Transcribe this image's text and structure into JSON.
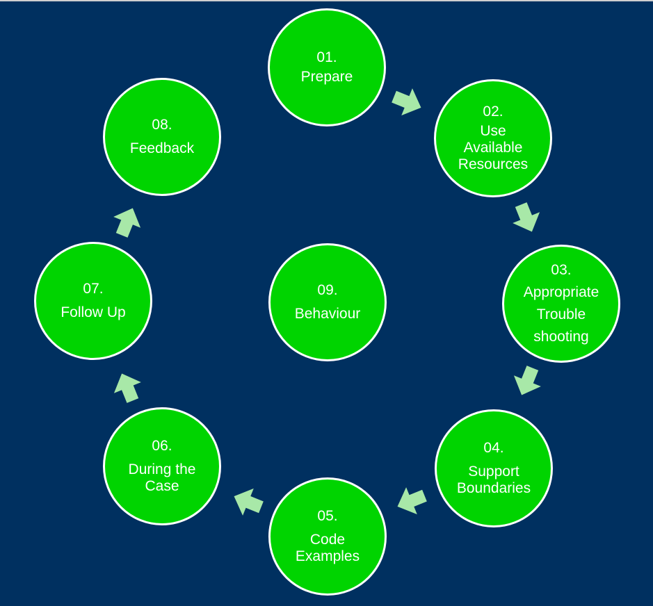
{
  "colors": {
    "background": "#003060",
    "node_fill": "#00d400",
    "node_border": "#ffffff",
    "arrow_fill": "#a8e8a8",
    "text": "#ffffff"
  },
  "nodes": [
    {
      "num": "01.",
      "lines": [
        "Prepare"
      ]
    },
    {
      "num": "02.",
      "lines": [
        "Use",
        "Available",
        "Resources"
      ]
    },
    {
      "num": "03.",
      "lines": [
        "Appropriate",
        "Trouble",
        "shooting"
      ]
    },
    {
      "num": "04.",
      "lines": [
        "Support",
        "Boundaries"
      ]
    },
    {
      "num": "05.",
      "lines": [
        "Code",
        "Examples"
      ]
    },
    {
      "num": "06.",
      "lines": [
        "During the",
        "Case"
      ]
    },
    {
      "num": "07.",
      "lines": [
        "Follow Up"
      ]
    },
    {
      "num": "08.",
      "lines": [
        "Feedback"
      ]
    },
    {
      "num": "09.",
      "lines": [
        "Behaviour"
      ]
    }
  ],
  "arrow_icon": "arrow-icon"
}
